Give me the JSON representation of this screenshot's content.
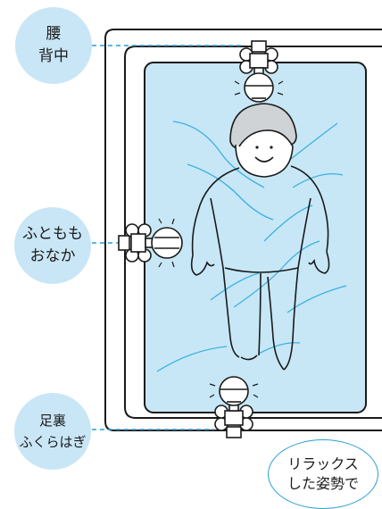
{
  "labels": {
    "waist": [
      "腰",
      "背中"
    ],
    "thigh": [
      "ふともも",
      "おなか"
    ],
    "foot": [
      "足裏",
      "ふくらはぎ"
    ],
    "relax": [
      "リラックス",
      "した姿勢で"
    ]
  },
  "colors": {
    "bubble": "#c9e6f6",
    "water": "#c7e7f7",
    "line": "#2a9fd6",
    "wave": "#3bb0e0"
  }
}
